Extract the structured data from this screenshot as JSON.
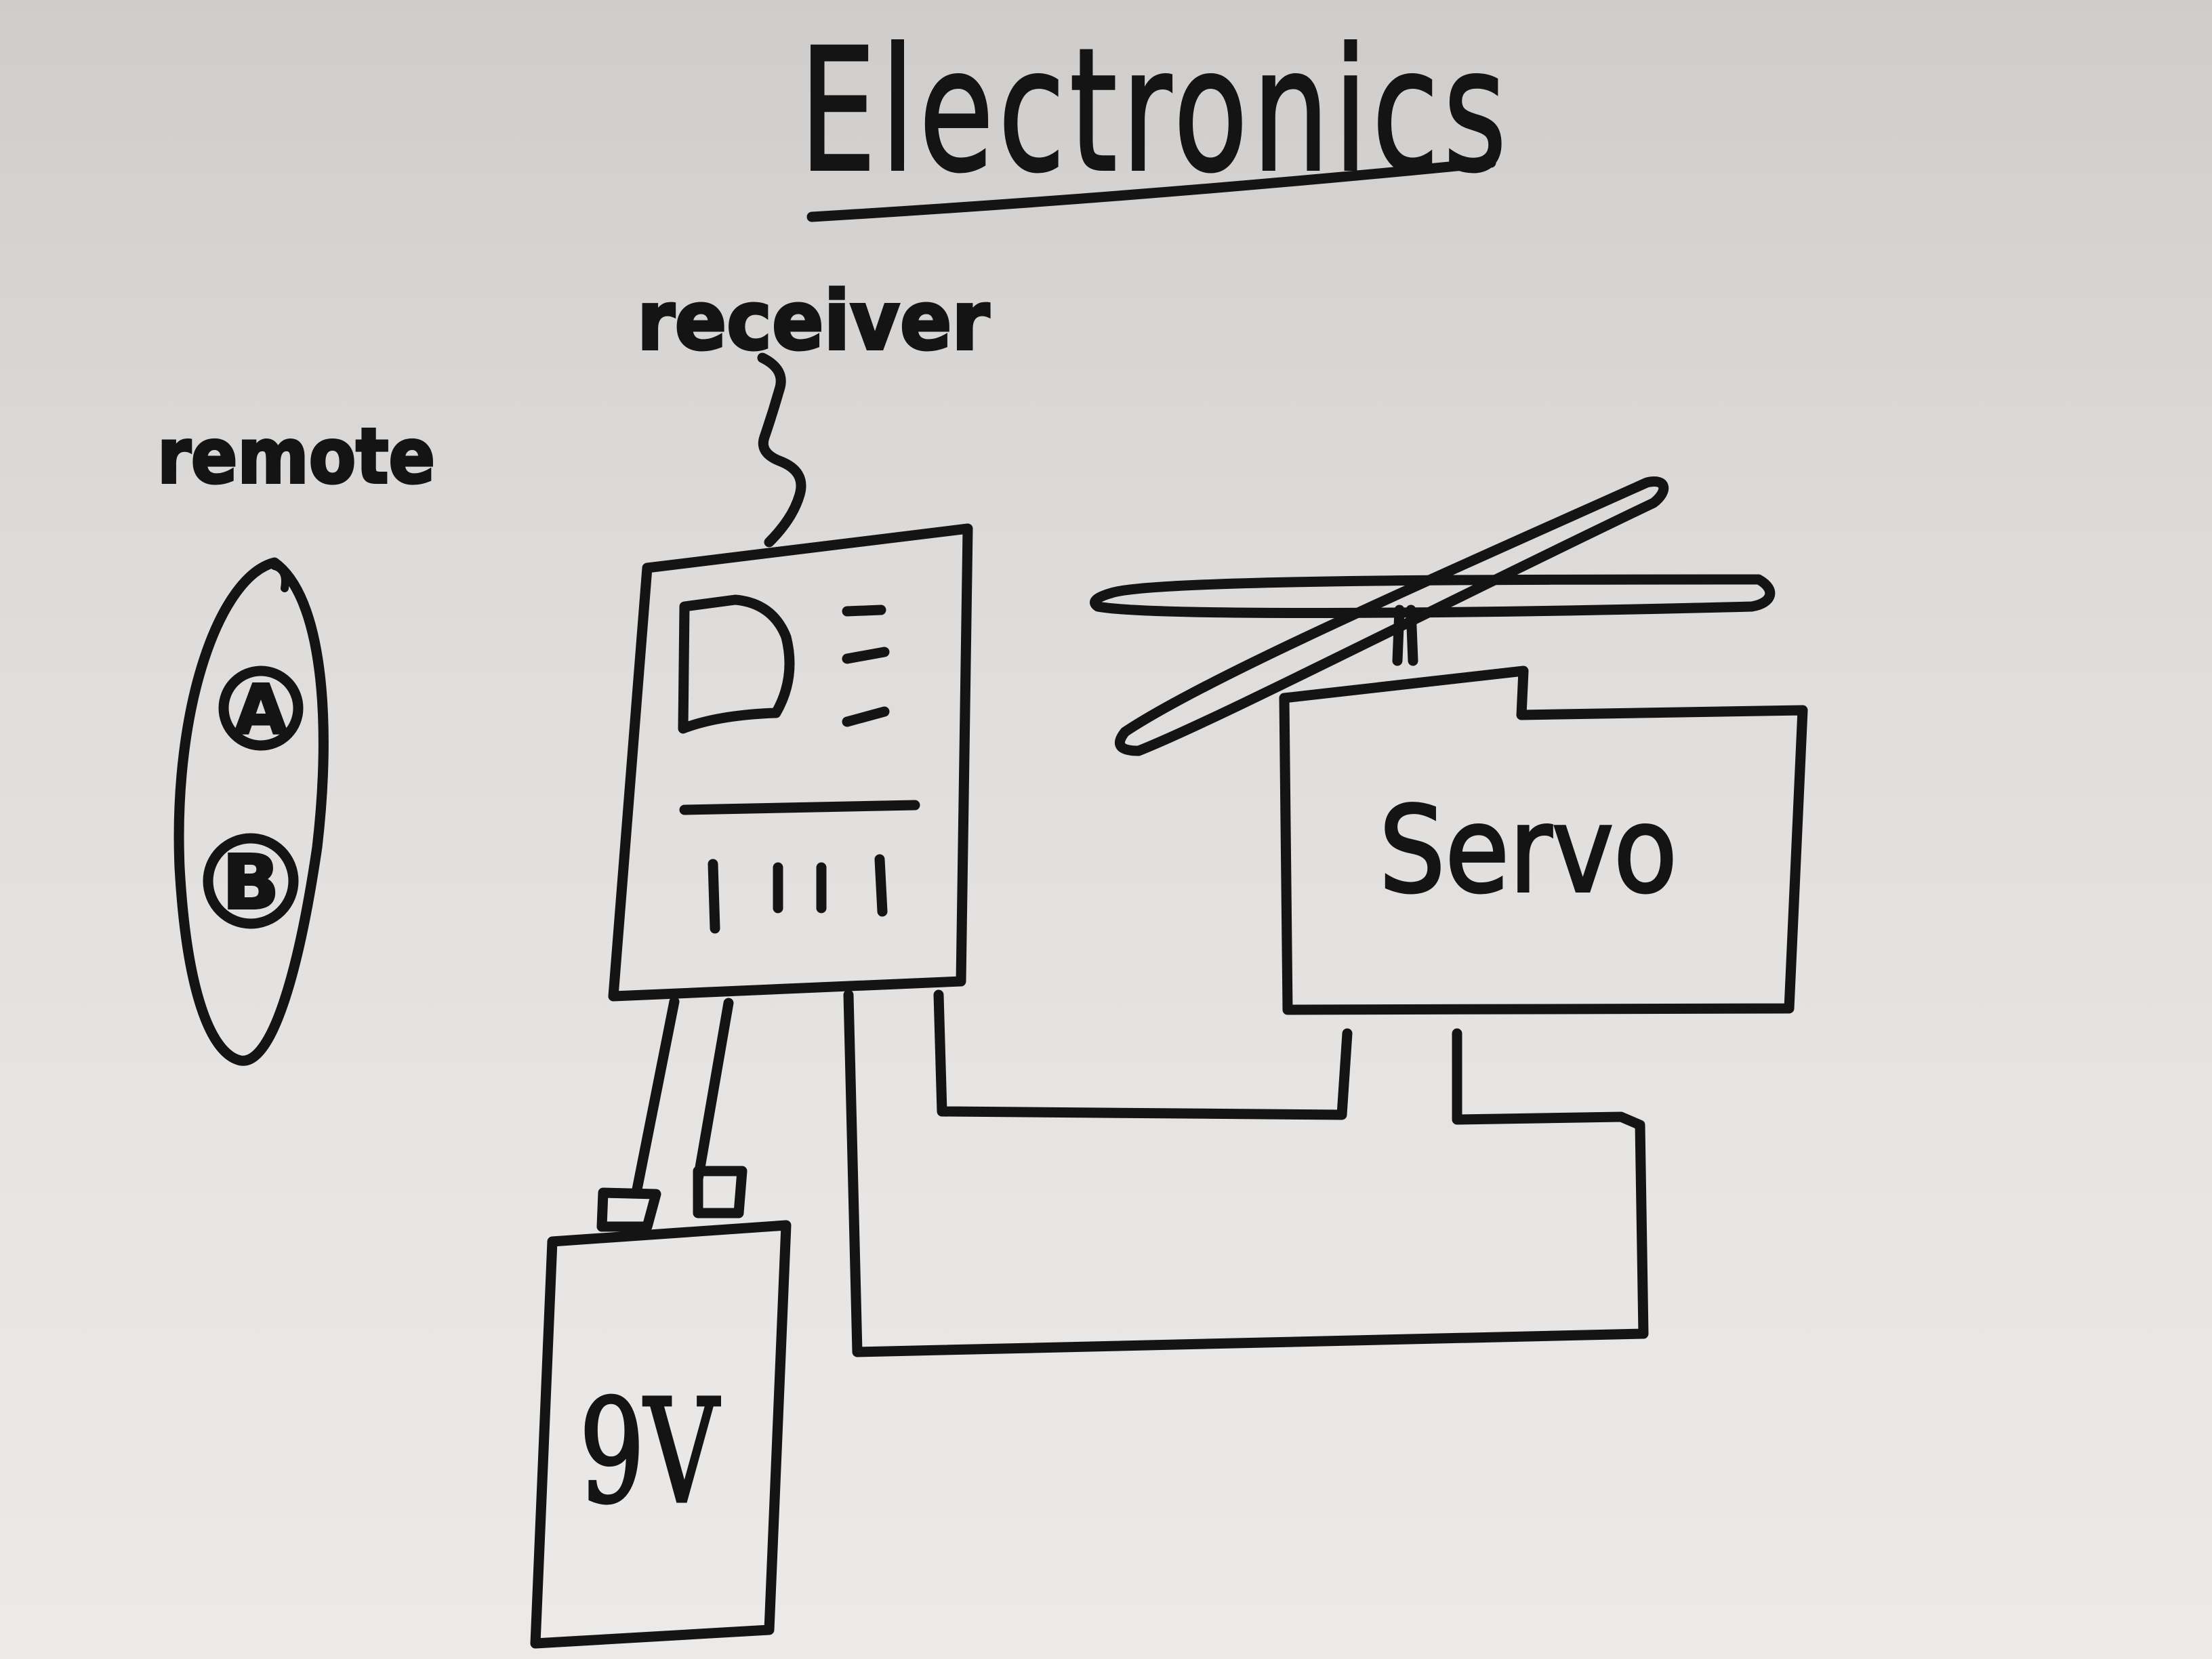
{
  "title": "Electronics",
  "labels": {
    "receiver": "receiver",
    "remote": "remote",
    "servo": "Servo",
    "battery": "9V",
    "button_a": "A",
    "button_b": "B"
  },
  "ink_color": "#141414"
}
